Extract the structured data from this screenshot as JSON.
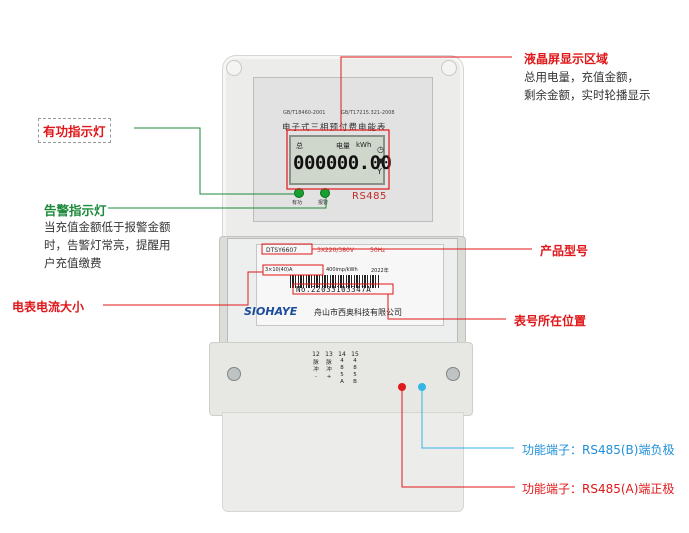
{
  "meter": {
    "standard_left": "GB/T18460-2001",
    "standard_right": "GB/T17215.321-2008",
    "title": "电子式三相预付费电能表",
    "lcd": {
      "label_total": "总",
      "label_energy": "电量",
      "unit": "kWh",
      "reading": "000000.00"
    },
    "led_left_label": "有功",
    "led_right_label": "报警",
    "rs485_label": "RS485",
    "model": "DTSY6607",
    "voltage": "3X220/380V",
    "frequency": "50Hz",
    "current": "3×10(40)A",
    "constant": "400imp/kWh",
    "year": "2022年",
    "serial": "No.22033103347A",
    "brand": "SIOHAYE",
    "company": "舟山市西奥科技有限公司",
    "terminals": [
      {
        "num": "12",
        "desc": [
          "脉",
          "冲",
          "-"
        ]
      },
      {
        "num": "13",
        "desc": [
          "脉",
          "冲",
          "+"
        ]
      },
      {
        "num": "14",
        "desc": [
          "4",
          "8",
          "5",
          "A"
        ]
      },
      {
        "num": "15",
        "desc": [
          "4",
          "8",
          "5",
          "B"
        ]
      }
    ]
  },
  "annotations": {
    "active_led": "有功指示灯",
    "lcd_title": "液晶屏显示区域",
    "lcd_desc_1": "总用电量，充值金额，",
    "lcd_desc_2": "剩余金额，实时轮播显示",
    "alarm_title": "告警指示灯",
    "alarm_desc_1": "当充值金额低于报警金额",
    "alarm_desc_2": "时，告警灯常亮，提醒用",
    "alarm_desc_3": "户充值缴费",
    "model_label": "产品型号",
    "current_label": "电表电流大小",
    "serial_label": "表号所在位置",
    "terminal_b": "功能端子：RS485(B)端负极",
    "terminal_a": "功能端子：RS485(A)端正极"
  },
  "colors": {
    "annotation_red": "#e0171a",
    "annotation_green": "#1d8a3c",
    "annotation_blue": "#1f8fd8",
    "led_green": "#16a02f",
    "brand_blue": "#1b4c9c"
  }
}
